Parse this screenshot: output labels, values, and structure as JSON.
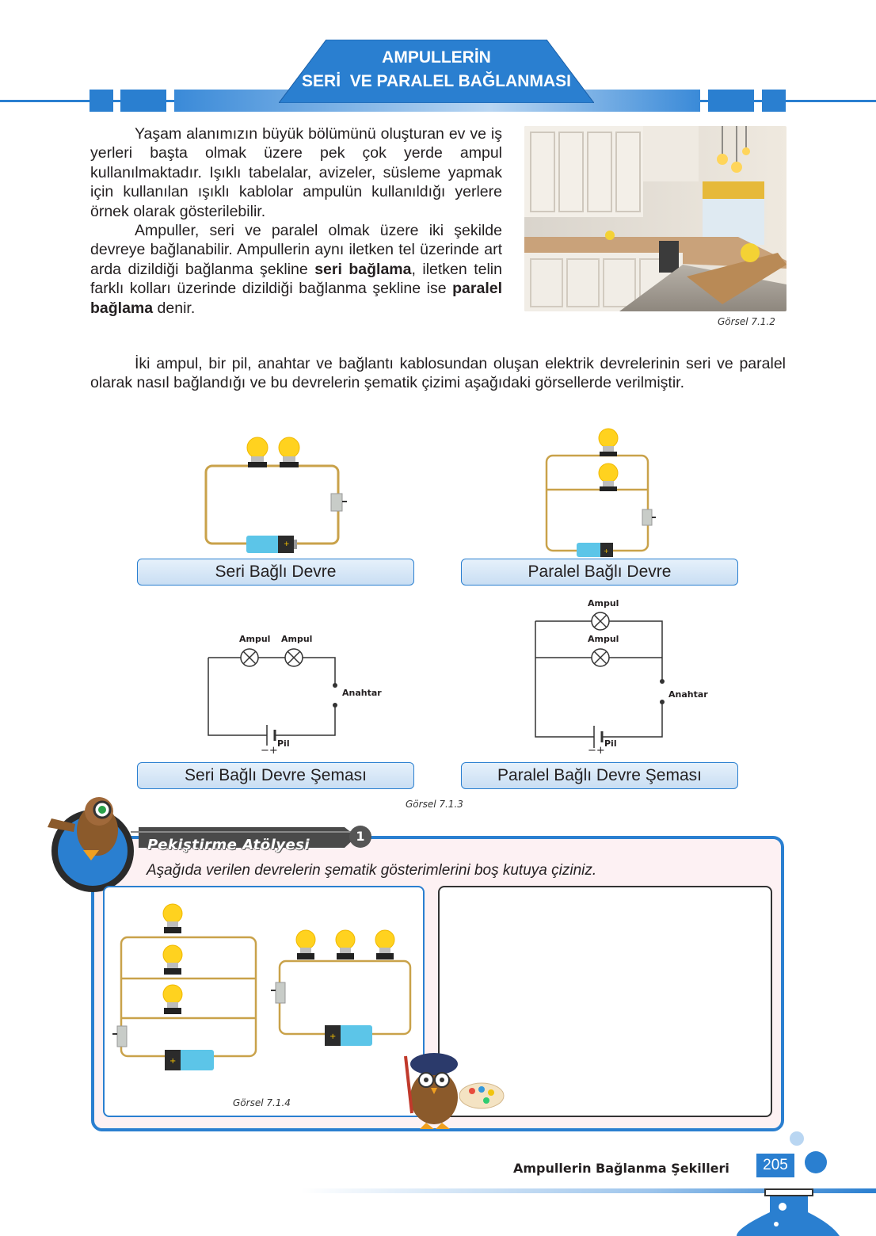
{
  "header": {
    "title_line1": "AMPULLERİN",
    "title_line2": "SERİ  VE PARALEL BAĞLANMASI"
  },
  "intro": {
    "p1": "Yaşam alanımızın büyük bölümünü oluşturan ev ve iş yerleri başta olmak üzere pek çok yerde ampul kullanılmaktadır. Işıklı tabelalar, avizeler, süsleme yapmak için kullanılan ışıklı kablolar ampulün kullanıldığı yerlere örnek olarak gösterilebilir.",
    "p2_a": "Ampuller, seri ve paralel olmak üzere iki şekilde devreye bağlanabilir. Ampullerin aynı iletken tel üzerinde art arda dizildiği bağlanma şekline ",
    "p2_b1": "seri bağlama",
    "p2_c": ", iletken telin farklı kolları üzerinde dizildiği bağlanma şekline ise ",
    "p2_b2": "paralel bağlama",
    "p2_d": " denir.",
    "p3": "İki ampul, bir pil, anahtar ve bağlantı kablosundan oluşan elektrik devrelerinin seri ve paralel olarak nasıl bağlandığı ve bu devrelerin şematik çizimi aşağıdaki görsellerde verilmiştir."
  },
  "photo_caption": "Görsel 7.1.2",
  "labels": {
    "series_circuit": "Seri Bağlı Devre",
    "parallel_circuit": "Paralel Bağlı Devre",
    "series_schema": "Seri Bağlı Devre Şeması",
    "parallel_schema": "Paralel Bağlı Devre Şeması"
  },
  "schema_labels": {
    "ampul": "Ampul",
    "anahtar": "Anahtar",
    "pil": "Pil",
    "minus_plus": "−+"
  },
  "figure_caption_713": "Görsel 7.1.3",
  "workshop": {
    "title": "Pekiştirme Atölyesi",
    "number": "1",
    "instruction": "Aşağıda verilen devrelerin şematik gösterimlerini boş kutuya çiziniz.",
    "caption": "Görsel 7.1.4"
  },
  "footer": {
    "chapter": "Ampullerin Bağlanma Şekilleri",
    "page": "205"
  },
  "colors": {
    "brand_blue": "#2a7fd0",
    "wire_gold": "#c9a24a",
    "bulb_yellow": "#ffd21f"
  }
}
